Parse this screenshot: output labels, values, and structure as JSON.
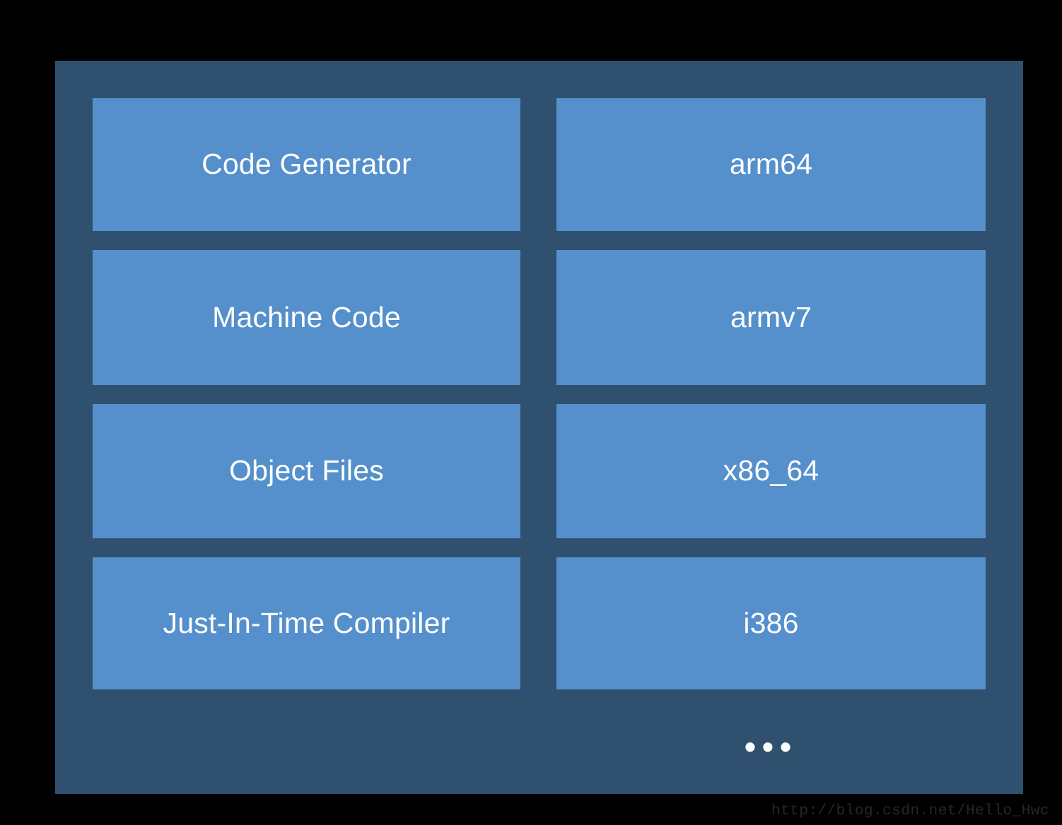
{
  "slide": {
    "background_color": "#000000",
    "panel_color": "#30506F",
    "cell_color": "#5590CC",
    "text_color": "#FFFFFF"
  },
  "left_column": {
    "name": "compiler-pipeline-stages",
    "cells": [
      {
        "label": "Code Generator"
      },
      {
        "label": "Machine Code"
      },
      {
        "label": "Object Files"
      },
      {
        "label": "Just-In-Time Compiler"
      }
    ]
  },
  "right_column": {
    "name": "target-architectures",
    "cells": [
      {
        "label": "arm64"
      },
      {
        "label": "armv7"
      },
      {
        "label": "x86_64"
      },
      {
        "label": "i386"
      }
    ],
    "more_indicator": "•••"
  },
  "watermark": {
    "text": "http://blog.csdn.net/Hello_Hwc"
  }
}
